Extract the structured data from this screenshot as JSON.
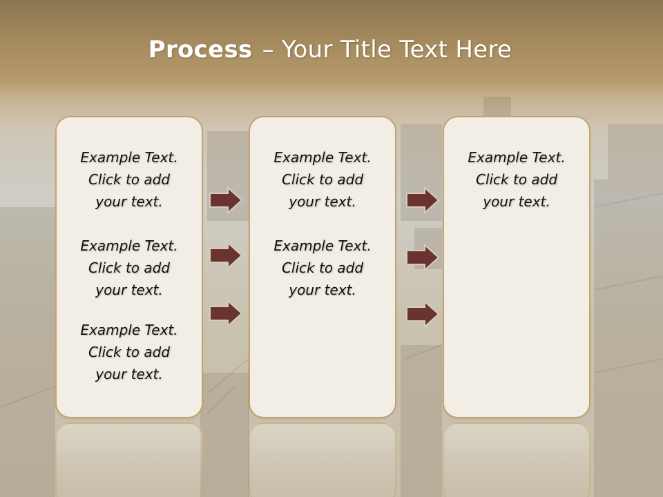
{
  "title": {
    "bold": "Process",
    "rest": "– Your Title Text Here"
  },
  "columns": [
    {
      "items": [
        {
          "line1": "Example Text.",
          "line2": "Click  to add",
          "line3": "your text."
        },
        {
          "line1": "Example Text.",
          "line2": "Click  to add",
          "line3": "your text."
        },
        {
          "line1": "Example Text.",
          "line2": "Click  to add",
          "line3": "your text."
        }
      ]
    },
    {
      "items": [
        {
          "line1": "Example Text.",
          "line2": "Click  to add",
          "line3": "your text."
        },
        {
          "line1": "Example Text.",
          "line2": "Click  to add",
          "line3": "your text."
        }
      ]
    },
    {
      "items": [
        {
          "line1": "Example Text.",
          "line2": "Click  to add",
          "line3": "your text."
        }
      ]
    }
  ],
  "colors": {
    "arrow_fill": "#6b3232",
    "card_border": "#c4a46a",
    "card_fill": "#f2eee6",
    "title_text": "#ffffff"
  },
  "icons": {
    "arrow": "right-arrow-icon"
  }
}
